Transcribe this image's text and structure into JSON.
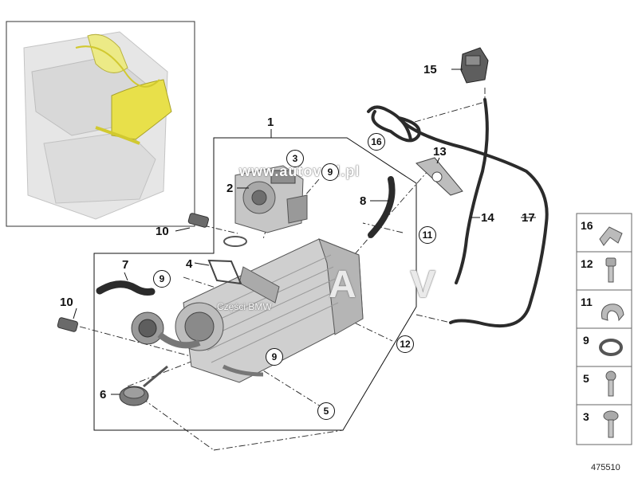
{
  "callouts": {
    "c1": "1",
    "c2": "2",
    "c3": "3",
    "c4": "4",
    "c5": "5",
    "c6": "6",
    "c7": "7",
    "c8": "8",
    "c9a": "9",
    "c9b": "9",
    "c9c": "9",
    "c10a": "10",
    "c10b": "10",
    "c11": "11",
    "c12": "12",
    "c13": "13",
    "c14": "14",
    "c15": "15",
    "c16": "16",
    "c17": "17"
  },
  "legend": [
    "16",
    "12",
    "11",
    "9",
    "5",
    "3"
  ],
  "watermark": {
    "url": "www.autovoll.pl",
    "brand": "Części BMW",
    "letters": "A V"
  },
  "diagram_number": "475510",
  "colors": {
    "line": "#111111",
    "part_fill": "#cfcfcf",
    "part_dark": "#6a6a6a",
    "hose": "#2b2b2b",
    "highlight": "#e8e04a"
  }
}
